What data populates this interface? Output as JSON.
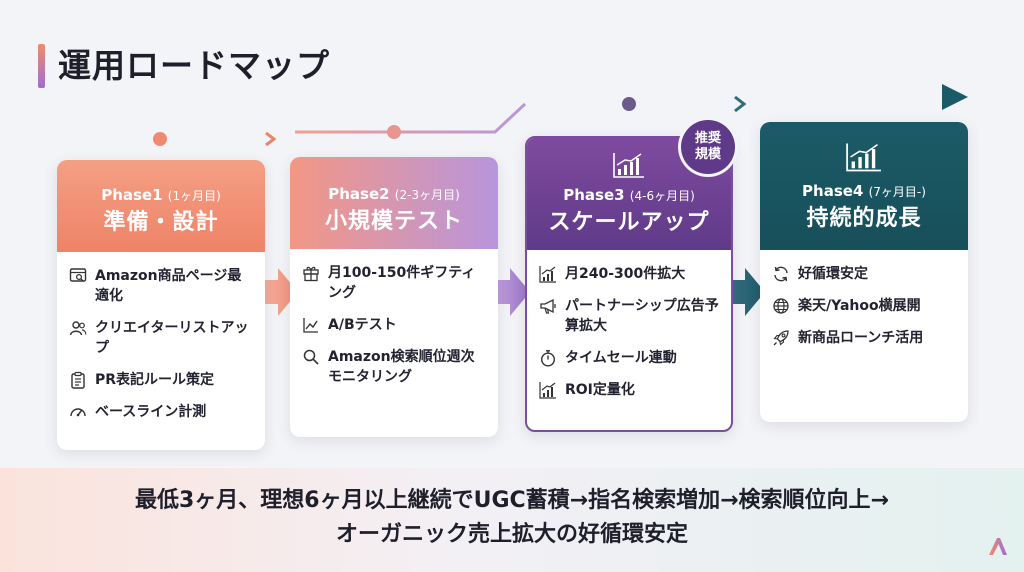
{
  "title": "運用ロードマップ",
  "colors": {
    "phase1": "#ee8368",
    "phase2": "#b895dd",
    "phase3": "#6a3f91",
    "phase4": "#1b5b67",
    "background": "#f3f4f7"
  },
  "badge": "推奨\n規模",
  "phases": [
    {
      "label": "Phase1",
      "period": "(1ヶ月目)",
      "title": "準備・設計",
      "items": [
        {
          "icon": "search-page-icon",
          "text": "Amazon商品ページ最適化"
        },
        {
          "icon": "users-icon",
          "text": "クリエイターリストアップ"
        },
        {
          "icon": "clipboard-icon",
          "text": "PR表記ルール策定"
        },
        {
          "icon": "gauge-icon",
          "text": "ベースライン計測"
        }
      ]
    },
    {
      "label": "Phase2",
      "period": "(2-3ヶ月目)",
      "title": "小規模テスト",
      "items": [
        {
          "icon": "gift-icon",
          "text": "月100-150件ギフティング"
        },
        {
          "icon": "line-chart-icon",
          "text": "A/Bテスト"
        },
        {
          "icon": "search-icon",
          "text": "Amazon検索順位週次モニタリング"
        }
      ]
    },
    {
      "label": "Phase3",
      "period": "(4-6ヶ月目)",
      "title": "スケールアップ",
      "head_icon": "growth-chart-icon",
      "items": [
        {
          "icon": "growth-chart-icon",
          "text": "月240-300件拡大"
        },
        {
          "icon": "megaphone-icon",
          "text": "パートナーシップ広告予算拡大"
        },
        {
          "icon": "stopwatch-icon",
          "text": "タイムセール連動"
        },
        {
          "icon": "growth-chart-icon",
          "text": "ROI定量化"
        }
      ]
    },
    {
      "label": "Phase4",
      "period": "(7ヶ月目-)",
      "title": "持続的成長",
      "head_icon": "growth-chart-icon",
      "items": [
        {
          "icon": "refresh-icon",
          "text": "好循環安定"
        },
        {
          "icon": "globe-icon",
          "text": "楽天/Yahoo横展開"
        },
        {
          "icon": "rocket-icon",
          "text": "新商品ローンチ活用"
        }
      ]
    }
  ],
  "footer": {
    "line1": "最低3ヶ月、理想6ヶ月以上継続でUGC蓄積→指名検索増加→検索順位向上→",
    "line2": "オーガニック売上拡大の好循環安定"
  }
}
